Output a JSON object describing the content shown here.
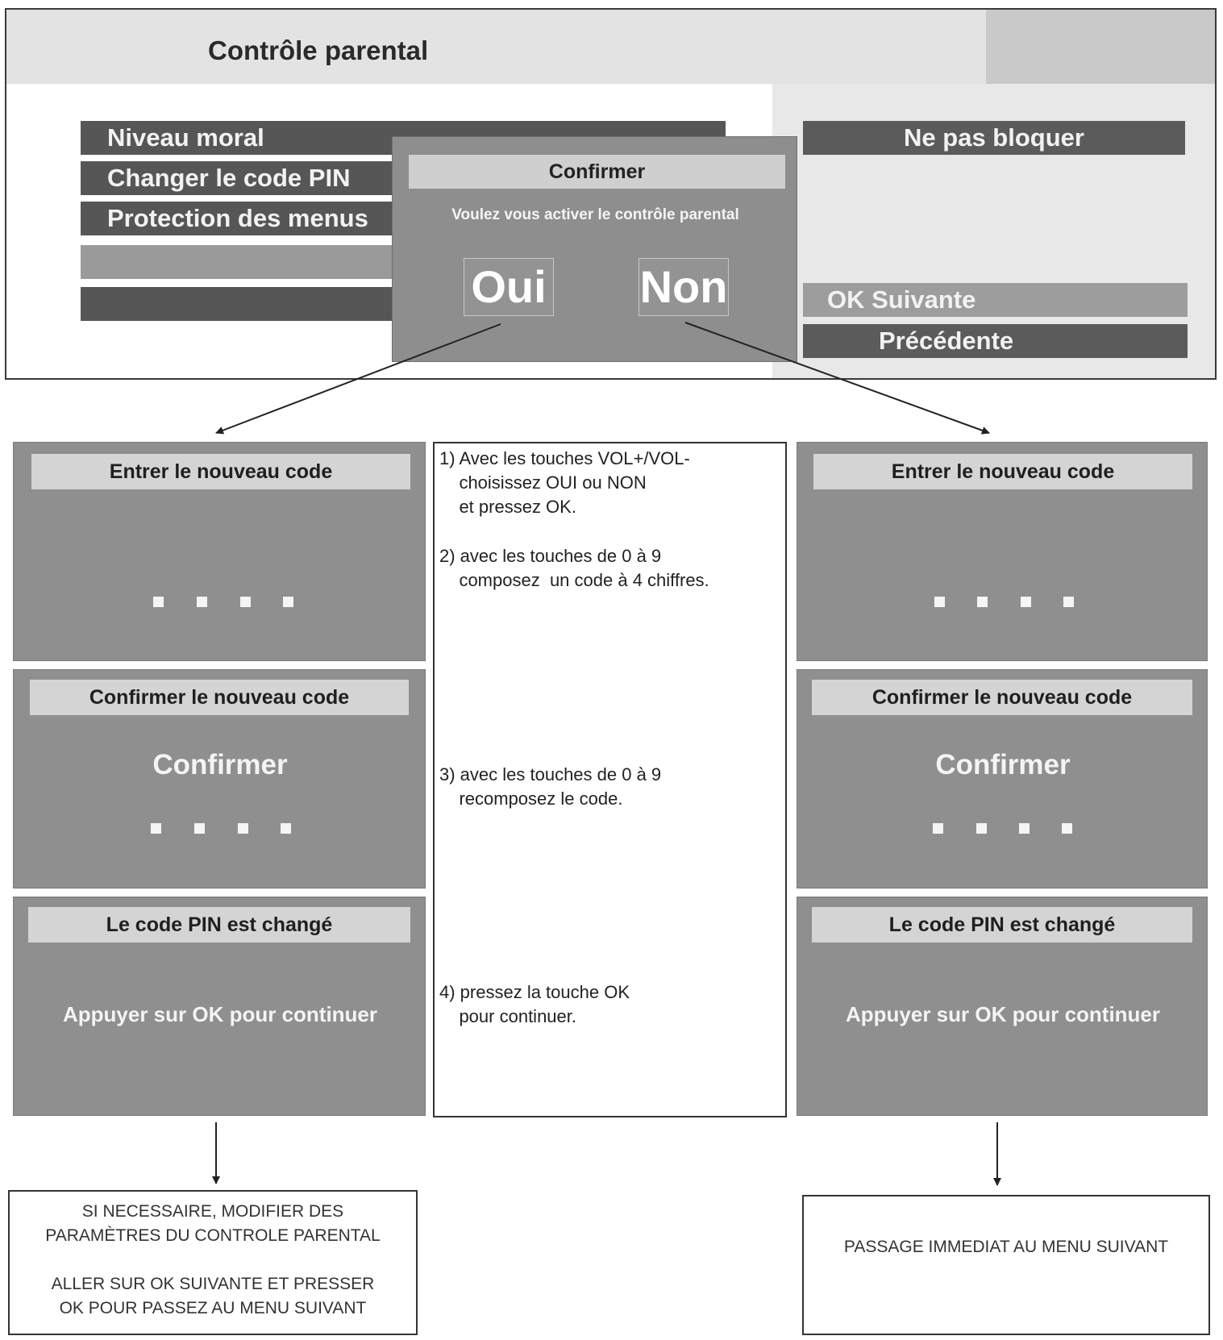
{
  "top_screen": {
    "title": "Contrôle parental",
    "menu": [
      "Niveau moral",
      "Changer le code PIN",
      "Protection des menus",
      "",
      ""
    ],
    "dialog": {
      "title": "Confirmer",
      "message": "Voulez vous activer le contrôle parental",
      "yes_label": "Oui",
      "no_label": "Non"
    },
    "right_panel": {
      "value": "Ne pas bloquer",
      "next_label": "OK  Suivante",
      "prev_label": "Précédente"
    }
  },
  "left_column": {
    "screen1": {
      "title": "Entrer le nouveau code"
    },
    "screen2": {
      "title": "Confirmer le nouveau code",
      "big": "Confirmer"
    },
    "screen3": {
      "title": "Le code PIN est changé",
      "message": "Appuyer sur OK pour continuer"
    },
    "result": "SI NECESSAIRE, MODIFIER DES\nPARAMÈTRES DU CONTROLE PARENTAL\n\nALLER SUR OK SUIVANTE ET PRESSER\nOK POUR PASSEZ AU MENU SUIVANT"
  },
  "right_column": {
    "screen1": {
      "title": "Entrer le nouveau code"
    },
    "screen2": {
      "title": "Confirmer le nouveau code",
      "big": "Confirmer"
    },
    "screen3": {
      "title": "Le code PIN est changé",
      "message": "Appuyer sur OK pour continuer"
    },
    "result": "PASSAGE IMMEDIAT AU MENU SUIVANT"
  },
  "instructions": {
    "step1": "1) Avec les touches VOL+/VOL-\n    choisissez OUI ou NON\n    et pressez OK.",
    "step2": "2) avec les touches de 0 à 9\n    composez  un code à 4 chiffres.",
    "step3": "3) avec les touches de 0 à 9\n    recomposez le code.",
    "step4": "4) pressez la touche OK\n    pour continuer."
  },
  "colors": {
    "menu_dark": "#565656",
    "screen_gray": "#8f8f8f",
    "title_bar": "#d4d4d4"
  }
}
